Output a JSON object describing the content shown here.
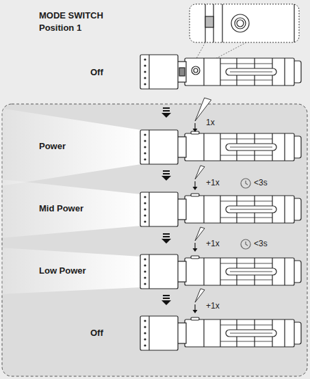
{
  "diagram": {
    "title": "MODE SWITCH Position 1",
    "labels": [
      "Off",
      "1x",
      "Power",
      "+1x",
      "<3s",
      "Mid Power",
      "+1x",
      "<3s",
      "Low Power",
      "+1x",
      "Off"
    ]
  }
}
